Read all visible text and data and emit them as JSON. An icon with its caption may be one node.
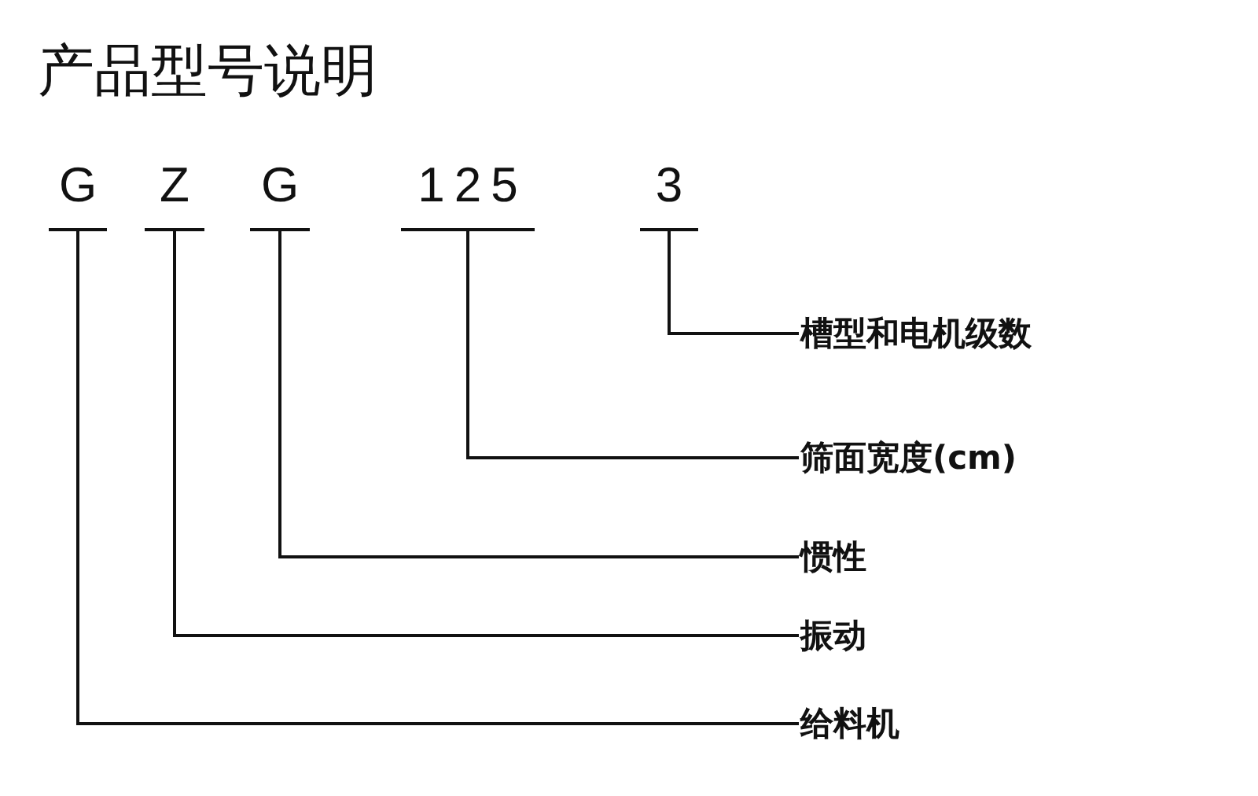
{
  "diagram": {
    "title": "产品型号说明",
    "nodes": [
      {
        "text": [
          "G"
        ]
      },
      {
        "text": [
          "Z"
        ]
      },
      {
        "text": [
          "G"
        ]
      },
      {
        "text": [
          "125"
        ]
      },
      {
        "text": [
          "3"
        ]
      },
      {
        "text": [
          "槽型和电机级数"
        ]
      },
      {
        "text": [
          "筛面宽度(cm)"
        ]
      },
      {
        "text": [
          "惯性"
        ]
      },
      {
        "text": [
          "振动"
        ]
      },
      {
        "text": [
          "给料机"
        ]
      }
    ],
    "edges": [
      {
        "from": 4,
        "to": 5,
        "arrow": "none"
      },
      {
        "from": 3,
        "to": 6,
        "arrow": "none"
      },
      {
        "from": 2,
        "to": 7,
        "arrow": "none"
      },
      {
        "from": 1,
        "to": 8,
        "arrow": "none"
      },
      {
        "from": 0,
        "to": 9,
        "arrow": "none"
      }
    ]
  }
}
